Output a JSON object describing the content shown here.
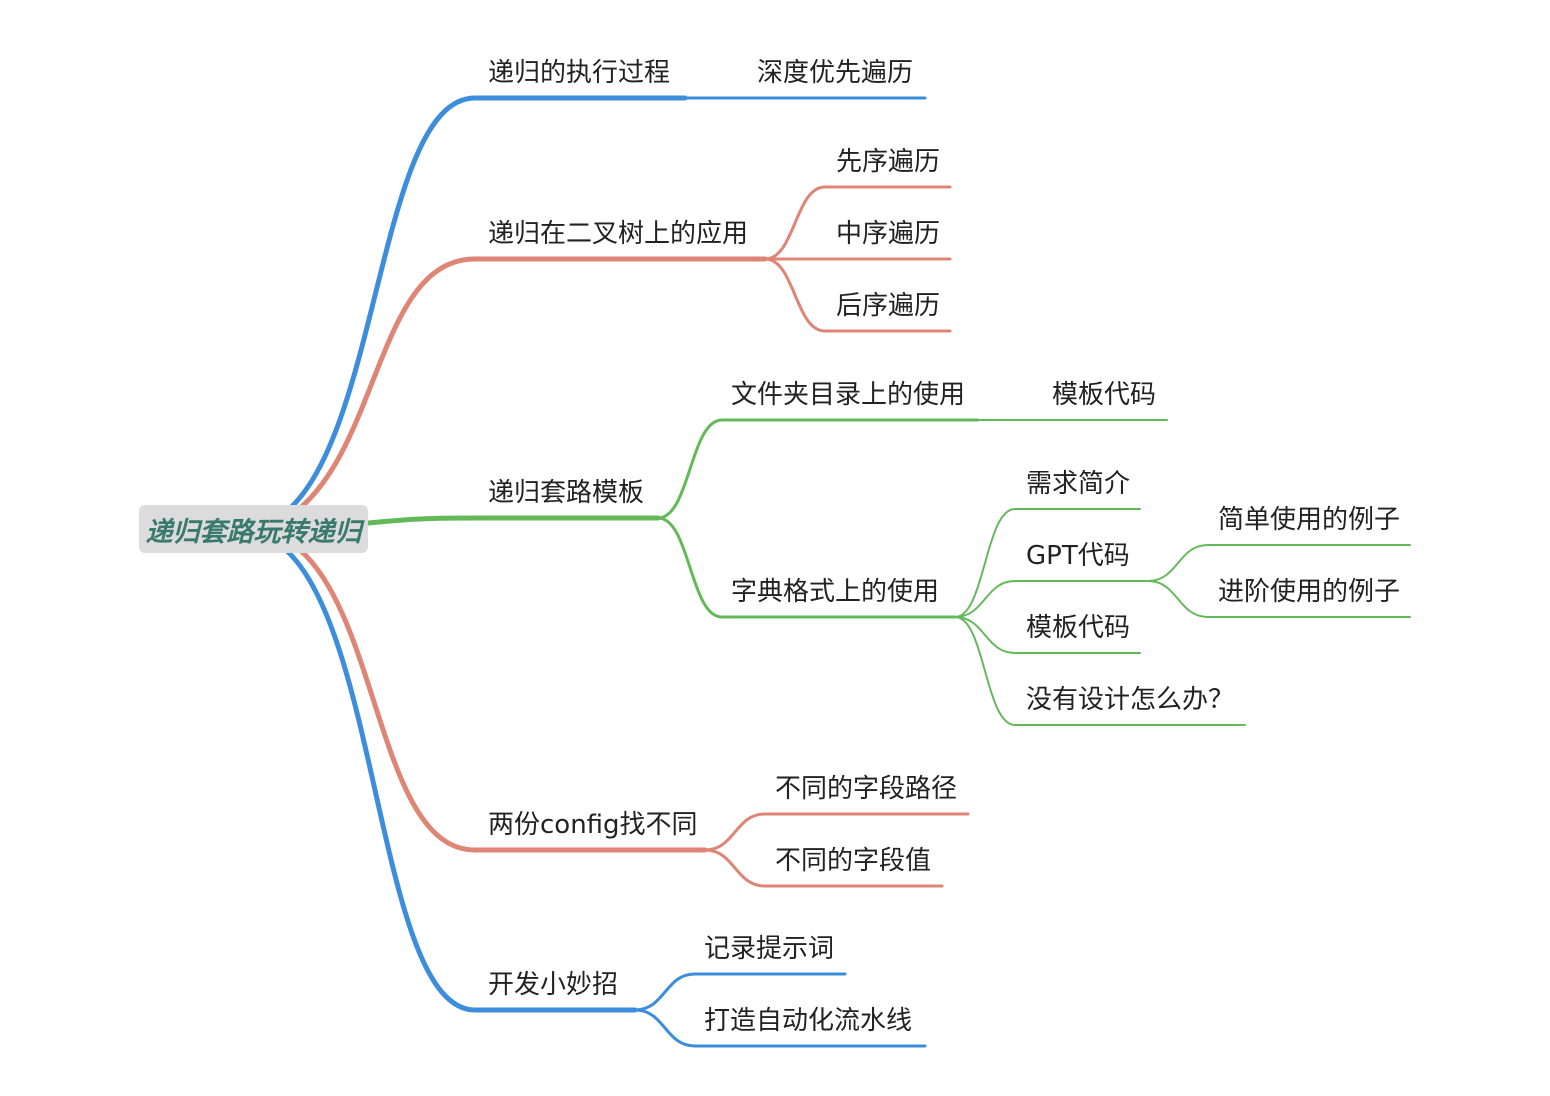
{
  "colors": {
    "blue": "#3d8ddd",
    "red": "#de8576",
    "green": "#63b95a"
  },
  "root": {
    "label": "递归套路玩转递归"
  },
  "branches": [
    {
      "label": "递归的执行过程",
      "children": [
        {
          "label": "深度优先遍历"
        }
      ]
    },
    {
      "label": "递归在二叉树上的应用",
      "children": [
        {
          "label": "先序遍历"
        },
        {
          "label": "中序遍历"
        },
        {
          "label": "后序遍历"
        }
      ]
    },
    {
      "label": "递归套路模板",
      "children": [
        {
          "label": "文件夹目录上的使用",
          "children": [
            {
              "label": "模板代码"
            }
          ]
        },
        {
          "label": "字典格式上的使用",
          "children": [
            {
              "label": "需求简介"
            },
            {
              "label": "GPT代码",
              "children": [
                {
                  "label": "简单使用的例子"
                },
                {
                  "label": "进阶使用的例子"
                }
              ]
            },
            {
              "label": "模板代码"
            },
            {
              "label": "没有设计怎么办？"
            }
          ]
        }
      ]
    },
    {
      "label": "两份config找不同",
      "children": [
        {
          "label": "不同的字段路径"
        },
        {
          "label": "不同的字段值"
        }
      ]
    },
    {
      "label": "开发小妙招",
      "children": [
        {
          "label": "记录提示词"
        },
        {
          "label": "打造自动化流水线"
        }
      ]
    }
  ]
}
